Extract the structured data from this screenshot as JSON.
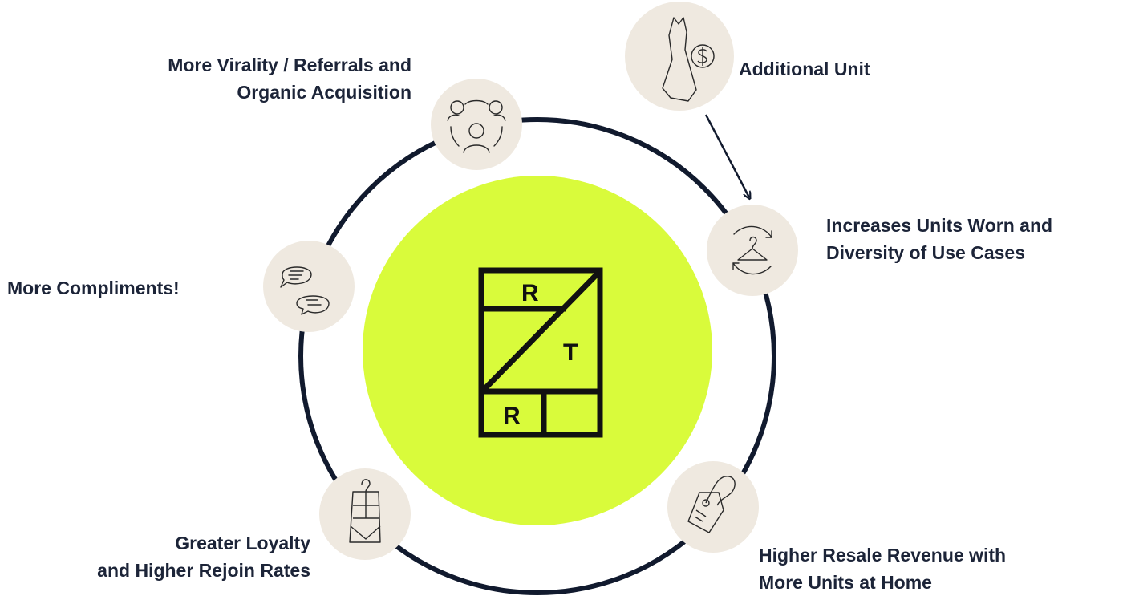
{
  "diagram": {
    "center_logo": {
      "letters": [
        "R",
        "T",
        "R"
      ]
    },
    "colors": {
      "ring": "#111a2e",
      "center_fill": "#d9fb3b",
      "node_fill": "#efe9e0",
      "icon_stroke": "#2a2a2a",
      "text": "#1c2438"
    },
    "nodes": [
      {
        "id": "additional-unit",
        "icon": "dress-dollar-icon",
        "label_lines": [
          "Additional Unit"
        ]
      },
      {
        "id": "units-worn",
        "icon": "hanger-cycle-icon",
        "label_lines": [
          "Increases Units Worn and",
          "Diversity of Use Cases"
        ]
      },
      {
        "id": "resale-revenue",
        "icon": "price-tag-icon",
        "label_lines": [
          "Higher Resale Revenue with",
          "More Units at Home"
        ]
      },
      {
        "id": "loyalty",
        "icon": "garment-bag-icon",
        "label_lines": [
          "Greater Loyalty",
          "and Higher Rejoin Rates"
        ]
      },
      {
        "id": "compliments",
        "icon": "chat-bubbles-icon",
        "label_lines": [
          "More Compliments!"
        ]
      },
      {
        "id": "virality",
        "icon": "people-network-icon",
        "label_lines": [
          "More Virality / Referrals and",
          "Organic Acquisition"
        ]
      }
    ]
  }
}
